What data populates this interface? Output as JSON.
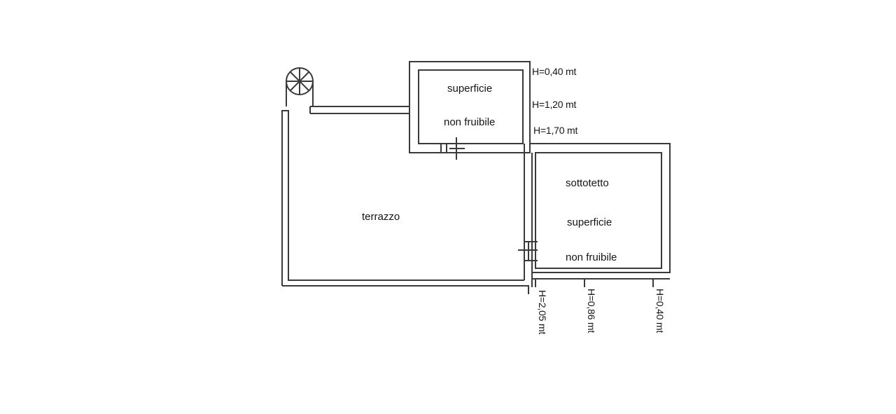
{
  "rooms": {
    "terrace": "terrazzo",
    "small_room": {
      "line1": "superficie",
      "line2": "non fruibile"
    },
    "attic": {
      "line1": "sottotetto",
      "line2": "superficie",
      "line3": "non fruibile"
    }
  },
  "heights": {
    "h1": "H=0,40 mt",
    "h2": "H=1,20 mt",
    "h3": "H=1,70 mt",
    "v1": "H=2,05 mt",
    "v2": "H=0,86 mt",
    "v3": "H=0,40 mt"
  },
  "icons": {
    "fan": "ventilation-fan-icon"
  },
  "colors": {
    "line": "#3a3a3a",
    "fill": "#ffffff"
  }
}
